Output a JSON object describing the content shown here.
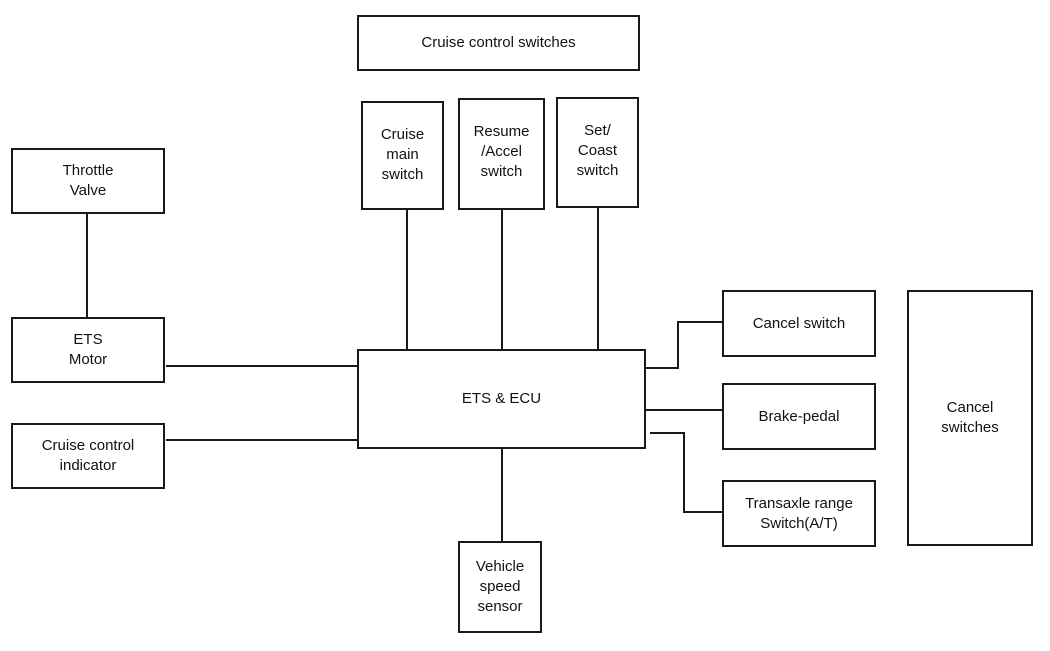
{
  "diagram": {
    "cruise_control_switches": "Cruise control switches",
    "cruise_main_switch": "Cruise\nmain\nswitch",
    "resume_accel_switch": "Resume\n/Accel\nswitch",
    "set_coast_switch": "Set/\nCoast\nswitch",
    "throttle_valve": "Throttle\nValve",
    "ets_motor": "ETS\nMotor",
    "cruise_control_indicator": "Cruise control\nindicator",
    "ets_ecu": "ETS & ECU",
    "vehicle_speed_sensor": "Vehicle\nspeed\nsensor",
    "cancel_switch": "Cancel switch",
    "brake_pedal": "Brake-pedal",
    "transaxle_range_switch": "Transaxle range\nSwitch(A/T)",
    "cancel_switches": "Cancel\nswitches"
  }
}
